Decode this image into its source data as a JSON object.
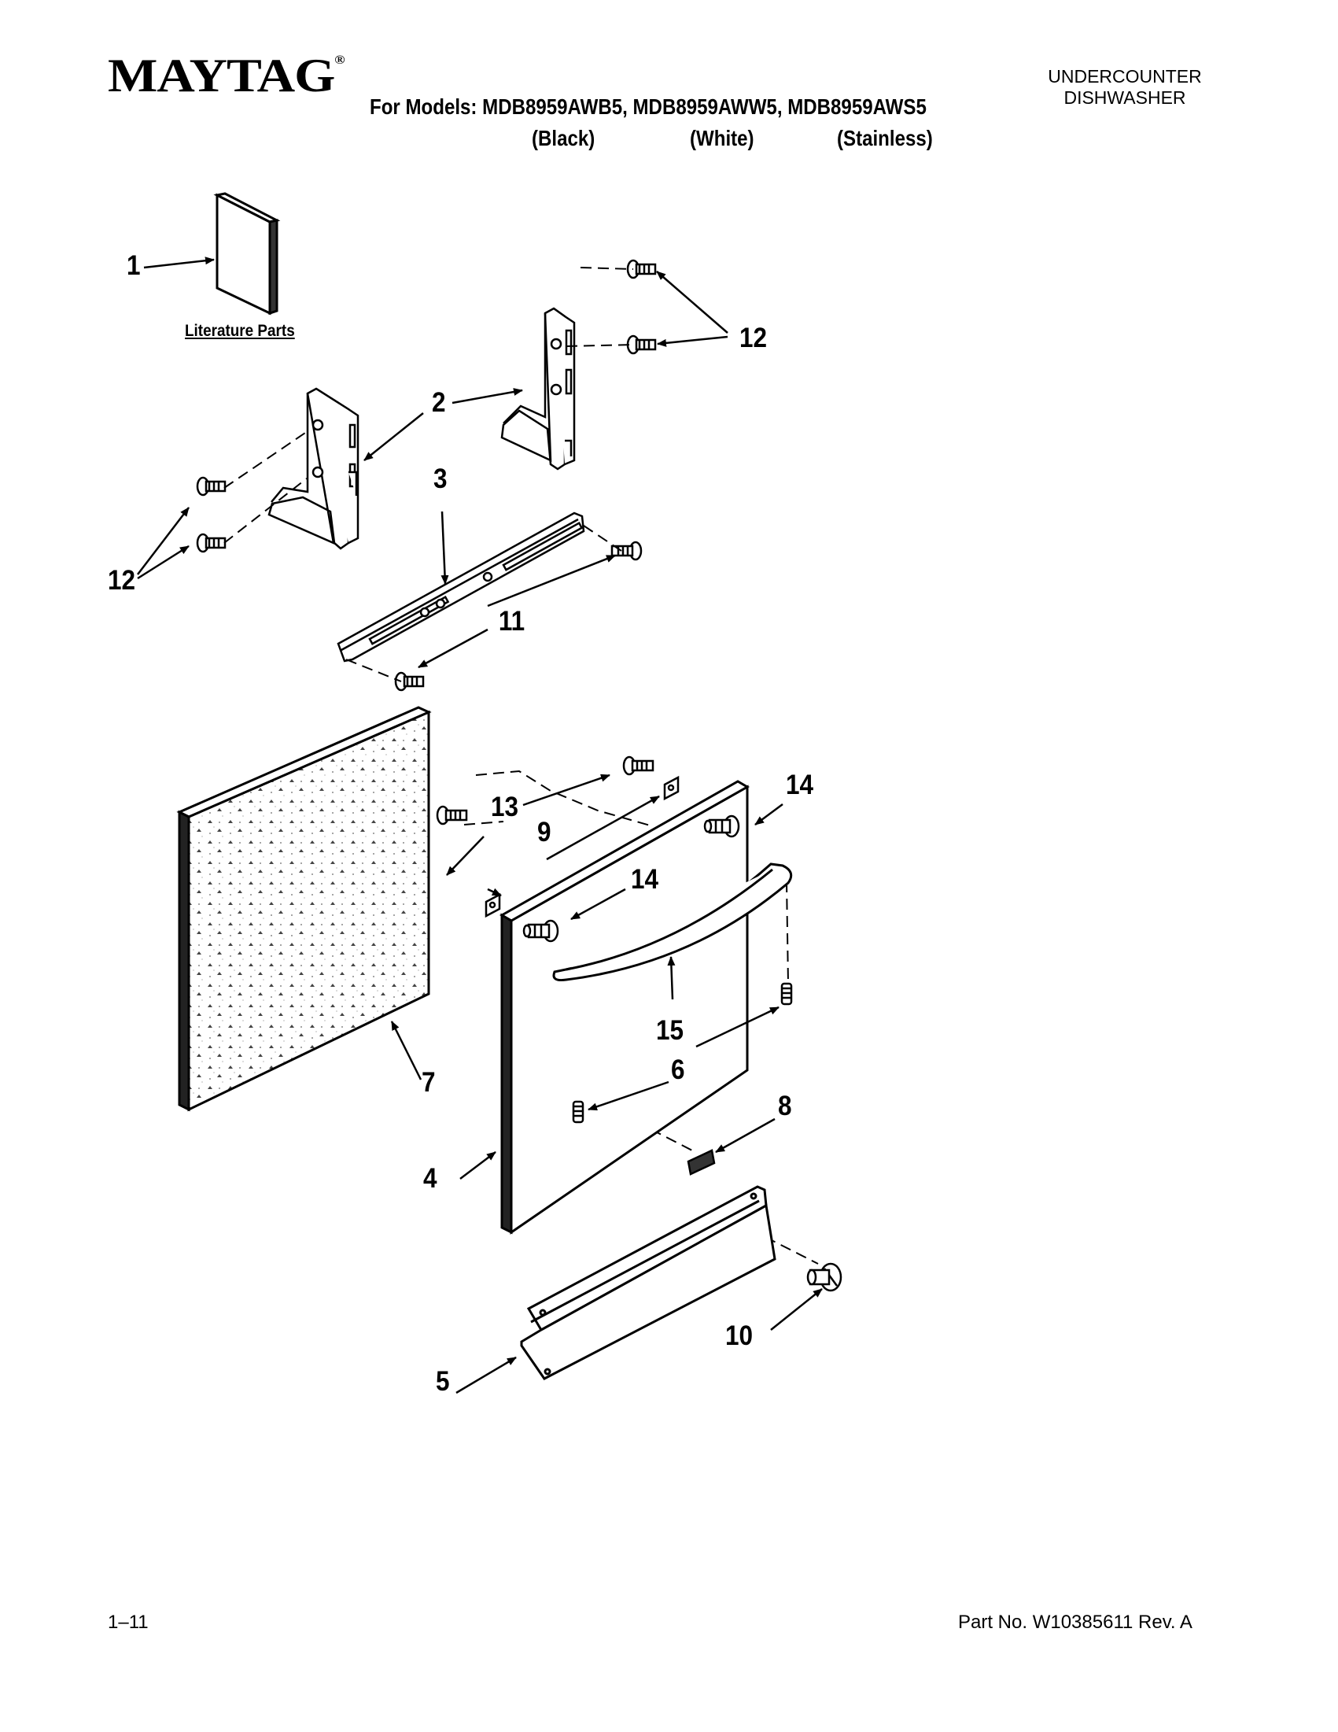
{
  "header": {
    "brand": "MAYTAG",
    "brand_mark": "®",
    "models_line": "For Models: MDB8959AWB5, MDB8959AWW5, MDB8959AWS5",
    "variants": [
      "(Black)",
      "(White)",
      "(Stainless)"
    ],
    "category_line1": "UNDERCOUNTER",
    "category_line2": "DISHWASHER"
  },
  "diagram": {
    "literature_label": "Literature Parts",
    "callouts": [
      "1",
      "12",
      "2",
      "3",
      "12",
      "11",
      "13",
      "9",
      "14",
      "14",
      "15",
      "6",
      "7",
      "8",
      "4",
      "10",
      "5"
    ]
  },
  "footer": {
    "page": "1–11",
    "part_number": "Part No. W10385611 Rev. A"
  }
}
